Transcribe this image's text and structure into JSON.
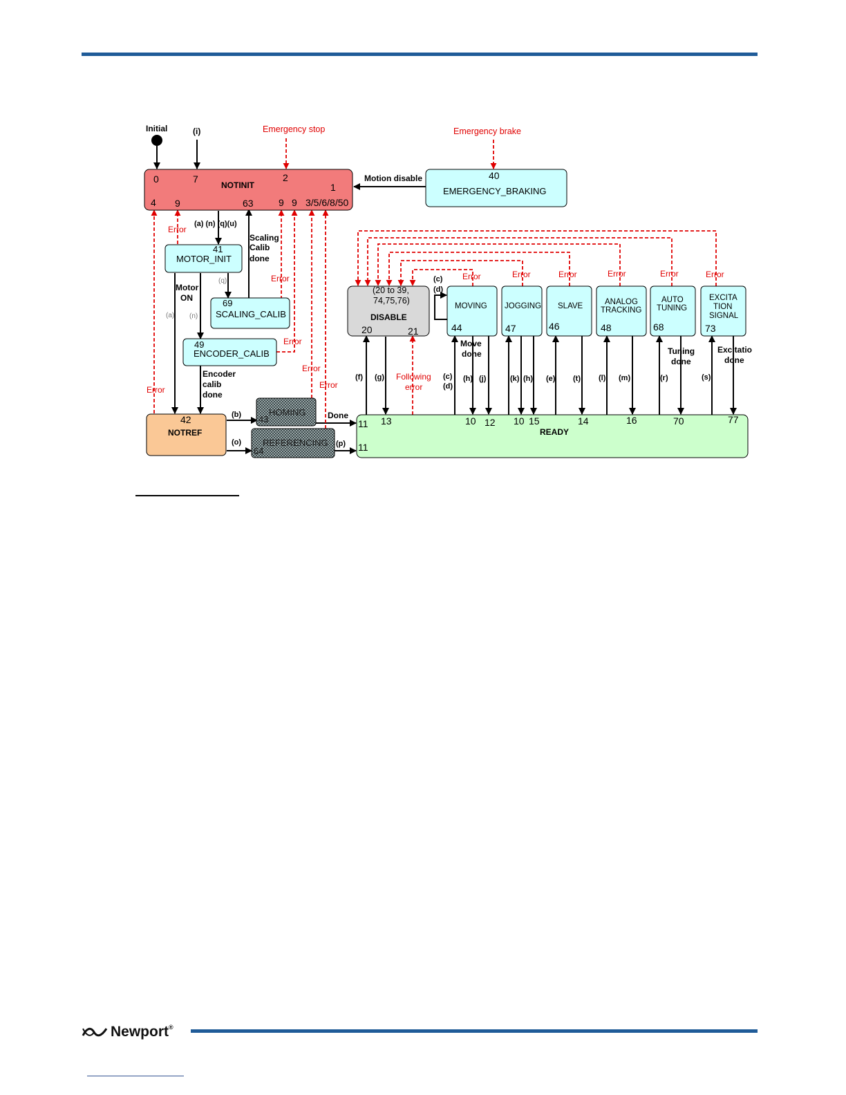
{
  "colors": {
    "notinit": "#f27b7b",
    "state": "#ccffff",
    "notref": "#fac896",
    "ready": "#ccffcc",
    "disable": "#d9d9d9",
    "error": "#e00000",
    "accent": "#1f5b98"
  },
  "footer": {
    "brand": "Newport"
  },
  "labels": {
    "initial": "Initial",
    "i": "(i)",
    "emergency_stop": "Emergency stop",
    "emergency_brake": "Emergency brake",
    "motion_disable": "Motion disable",
    "a_n_q_u": "(a) (n) (q)(u)",
    "scaling_calib_done": [
      "Scaling",
      "Calib",
      "done"
    ],
    "motor_on": [
      "Motor",
      "ON"
    ],
    "q_small": "(q)",
    "a_small": "(a)",
    "n_small": "(n)",
    "encoder_calib_done": [
      "Encoder",
      "calib",
      "done"
    ],
    "b": "(b)",
    "o": "(o)",
    "p": "(p)",
    "done": "Done",
    "following_error": [
      "Following",
      "error"
    ],
    "move_done": [
      "Move",
      "done"
    ],
    "tuning_done": [
      "Tuning",
      "done"
    ],
    "excitation_done": [
      "Excitatio",
      "done"
    ],
    "error": "Error",
    "c": "(c)",
    "d": "(d)",
    "c2": "(c)",
    "d2": "(d)",
    "f": "(f)",
    "g": "(g)",
    "h": "(h)",
    "j": "(j)",
    "k": "(k)",
    "h2": "(h)",
    "e": "(e)",
    "t": "(t)",
    "l": "(l)",
    "m": "(m)",
    "r": "(r)",
    "s": "(s)"
  },
  "states": {
    "notinit": {
      "name": "NOTINIT",
      "nums": [
        "0",
        "7",
        "2",
        "1",
        "4",
        "9",
        "63",
        "9",
        "9",
        "3/5/6/8/50"
      ]
    },
    "emergency_braking": {
      "name": "EMERGENCY_BRAKING",
      "num": "40"
    },
    "motor_init": {
      "name": "MOTOR_INIT",
      "num": "41"
    },
    "scaling_calib": {
      "name": "SCALING_CALIB",
      "num": "69"
    },
    "encoder_calib": {
      "name": "ENCODER_CALIB",
      "num": "49"
    },
    "notref": {
      "name": "NOTREF",
      "num": "42"
    },
    "homing": {
      "name": "HOMING",
      "num": "43"
    },
    "referencing": {
      "name": "REFERENCING",
      "num": "64"
    },
    "disable": {
      "name": "DISABLE",
      "range": [
        "(20 to 39,",
        "74,75,76)"
      ],
      "nums": [
        "20",
        "21"
      ]
    },
    "moving": {
      "name": "MOVING",
      "num": "44"
    },
    "jogging": {
      "name": "JOGGING",
      "num": "47"
    },
    "slave": {
      "name": "SLAVE",
      "num": "46"
    },
    "analog_tracking": {
      "name": [
        "ANALOG",
        "TRACKING"
      ],
      "num": "48"
    },
    "auto_tuning": {
      "name": [
        "AUTO",
        "TUNING"
      ],
      "num": "68"
    },
    "excitation_signal": {
      "name": [
        "EXCITA",
        "TION",
        "SIGNAL"
      ],
      "num": "73"
    },
    "ready": {
      "name": "READY",
      "nums": [
        "11",
        "13",
        "10",
        "12",
        "10",
        "15",
        "14",
        "16",
        "70",
        "77",
        "11"
      ]
    }
  }
}
